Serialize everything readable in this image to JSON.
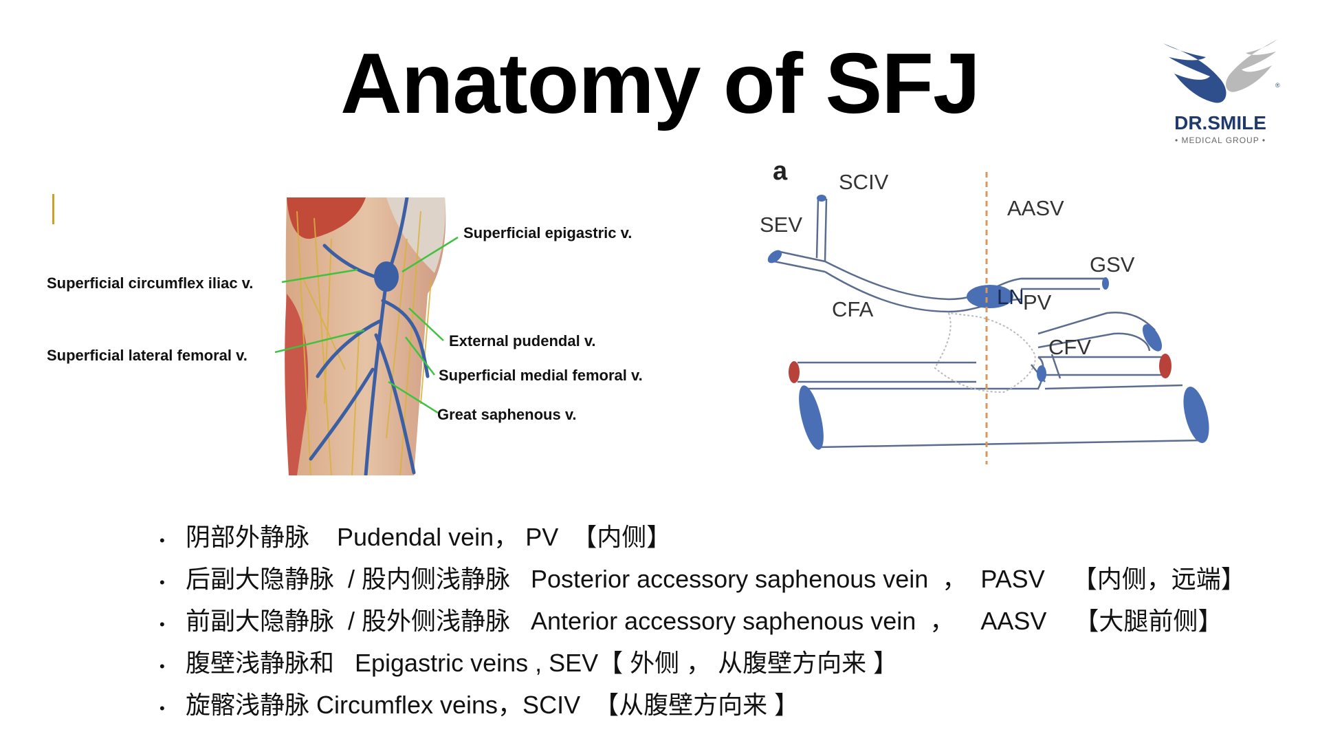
{
  "slide": {
    "title": "Anatomy of SFJ",
    "logo": {
      "name": "DR.SMILE",
      "sub": "• MEDICAL GROUP •"
    }
  },
  "left_figure": {
    "labels": [
      "Superficial epigastric v.",
      "Superficial circumflex iliac v.",
      "Superficial lateral femoral v.",
      "External pudendal v.",
      "Superficial medial femoral v.",
      "Great saphenous v."
    ]
  },
  "right_figure": {
    "panel_label": "a",
    "labels": {
      "sciv": "SCIV",
      "sev": "SEV",
      "aasv": "AASV",
      "ln": "LN",
      "gsv": "GSV",
      "cfa": "CFA",
      "pv": "PV",
      "cfv": "CFV"
    }
  },
  "bullets": [
    "阴部外静脉    Pudendal vein， PV  【内侧】",
    "后副大隐静脉  / 股内侧浅静脉   Posterior accessory saphenous vein  ，  PASV    【内侧，远端】",
    "前副大隐静脉  / 股外侧浅静脉   Anterior accessory saphenous vein  ，    AASV    【大腿前侧】",
    "腹壁浅静脉和   Epigastric veins , SEV【 外侧 ， 从腹壁方向来 】",
    "旋髂浅静脉 Circumflex veins，SCIV  【从腹壁方向来 】"
  ],
  "colors": {
    "vein_blue": "#4a6fb5",
    "artery_red": "#b8423a",
    "label_line_green": "#3fc23f",
    "accent_gold": "#c9a227",
    "logo_navy": "#1f3a6b"
  }
}
